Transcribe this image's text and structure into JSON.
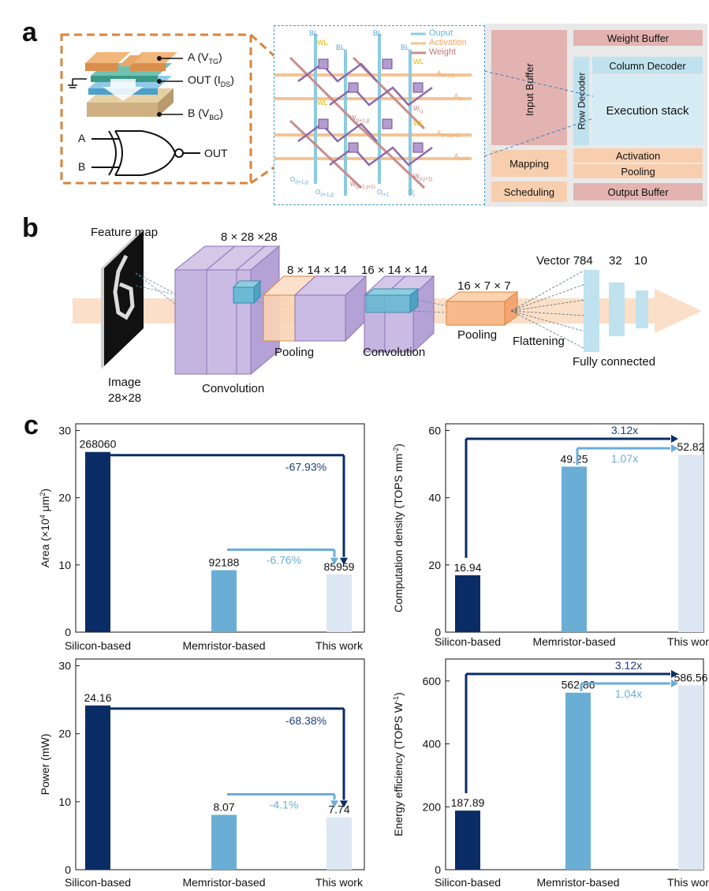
{
  "panel_a": {
    "letter": "a",
    "device": {
      "label_a": "A (V",
      "label_a_sub": "TG",
      "label_out": "OUT (I",
      "label_out_sub": "DS",
      "label_b": "B (V",
      "label_b_sub": "BG",
      "close": ")"
    },
    "gate": {
      "in_a": "A",
      "in_b": "B",
      "out": "OUT"
    },
    "crossbar": {
      "legend": [
        "Ouput",
        "Activation",
        "Weight"
      ],
      "bl": "BL",
      "wl": "WL",
      "a_label": "A",
      "w_label": "W",
      "o_label": "O",
      "subs": {
        "i_plus_1_j": "(i+1,j)",
        "i_j": "i,j",
        "i_plus_1_j_plus_1": "(i+1,j+1)",
        "i_j_plus_1": "i,j+1",
        "j_plus_1": "j+1",
        "i_plus_1": "i+1",
        "j": "j",
        "i_j_plus_1_w": "(i,j+1)"
      }
    },
    "arch": {
      "input_buffer": "Input Buffer",
      "weight_buffer": "Weight Buffer",
      "column_decoder": "Column Decoder",
      "row_decoder": "Row Decoder",
      "execution_stack": "Execution stack",
      "mapping": "Mapping",
      "activation": "Activation",
      "pooling": "Pooling",
      "scheduling": "Scheduling",
      "output_buffer": "Output Buffer"
    }
  },
  "panel_b": {
    "letter": "b",
    "feature_map": "Feature map",
    "image": "Image",
    "image_size": "28×28",
    "conv1_dims": "8 × 28 ×28",
    "conv1_label": "Convolution",
    "pool1_dims": "8 × 14 × 14",
    "pool1_label": "Pooling",
    "conv2_dims": "16 × 14 × 14",
    "conv2_label": "Convolution",
    "pool2_dims": "16 × 7 × 7",
    "pool2_label": "Pooling",
    "flattening": "Flattening",
    "vector_label": "Vector 784",
    "fc_32": "32",
    "fc_10": "10",
    "fully_connected": "Fully connected"
  },
  "panel_c": {
    "letter": "c"
  },
  "colors": {
    "silicon": "#0b2d66",
    "memristor": "#6aaed6",
    "this_work": "#dce7f3",
    "orange": "#f8c9a4",
    "purple": "#b7a7d6",
    "pink": "#e6b0ad"
  },
  "chart_data": [
    {
      "type": "bar",
      "categories": [
        "Silicon-based",
        "Memristor-based",
        "This work"
      ],
      "values": [
        26.806,
        9.2188,
        8.5959
      ],
      "data_labels": [
        "268060",
        "92188",
        "85959"
      ],
      "ylabel": "Area (×10",
      "ylabel_sup": "4",
      "ylabel_unit": " μm",
      "ylabel_sup2": "2",
      "ylabel_close": ")",
      "yticks": [
        "0",
        "10",
        "20",
        "30"
      ],
      "ylim": [
        0,
        31
      ],
      "annotations": [
        "-67.93%",
        "-6.76%"
      ]
    },
    {
      "type": "bar",
      "categories": [
        "Silicon-based",
        "Memristor-based",
        "This work"
      ],
      "values": [
        16.94,
        49.25,
        52.82
      ],
      "data_labels": [
        "16.94",
        "49.25",
        "52.82"
      ],
      "ylabel": "Computation density (TOPS mm",
      "ylabel_sup": "-2",
      "ylabel_close": ")",
      "yticks": [
        "0",
        "20",
        "40",
        "60"
      ],
      "ylim": [
        0,
        62
      ],
      "annotations": [
        "3.12x",
        "1.07x"
      ]
    },
    {
      "type": "bar",
      "categories": [
        "Silicon-based",
        "Memristor-based",
        "This work"
      ],
      "values": [
        24.16,
        8.07,
        7.74
      ],
      "data_labels": [
        "24.16",
        "8.07",
        "7.74"
      ],
      "ylabel": "Power (mW)",
      "yticks": [
        "0",
        "10",
        "20",
        "30"
      ],
      "ylim": [
        0,
        31
      ],
      "annotations": [
        "-68.38%",
        "-4.1%"
      ]
    },
    {
      "type": "bar",
      "categories": [
        "Silicon-based",
        "Memristor-based",
        "This work"
      ],
      "values": [
        187.89,
        562.86,
        586.56
      ],
      "data_labels": [
        "187.89",
        "562.86",
        "586.56"
      ],
      "ylabel": "Energy efficiency (TOPS W",
      "ylabel_sup": "-1",
      "ylabel_close": ")",
      "yticks": [
        "0",
        "200",
        "400",
        "600"
      ],
      "ylim": [
        0,
        670
      ],
      "annotations": [
        "3.12x",
        "1.04x"
      ]
    }
  ]
}
